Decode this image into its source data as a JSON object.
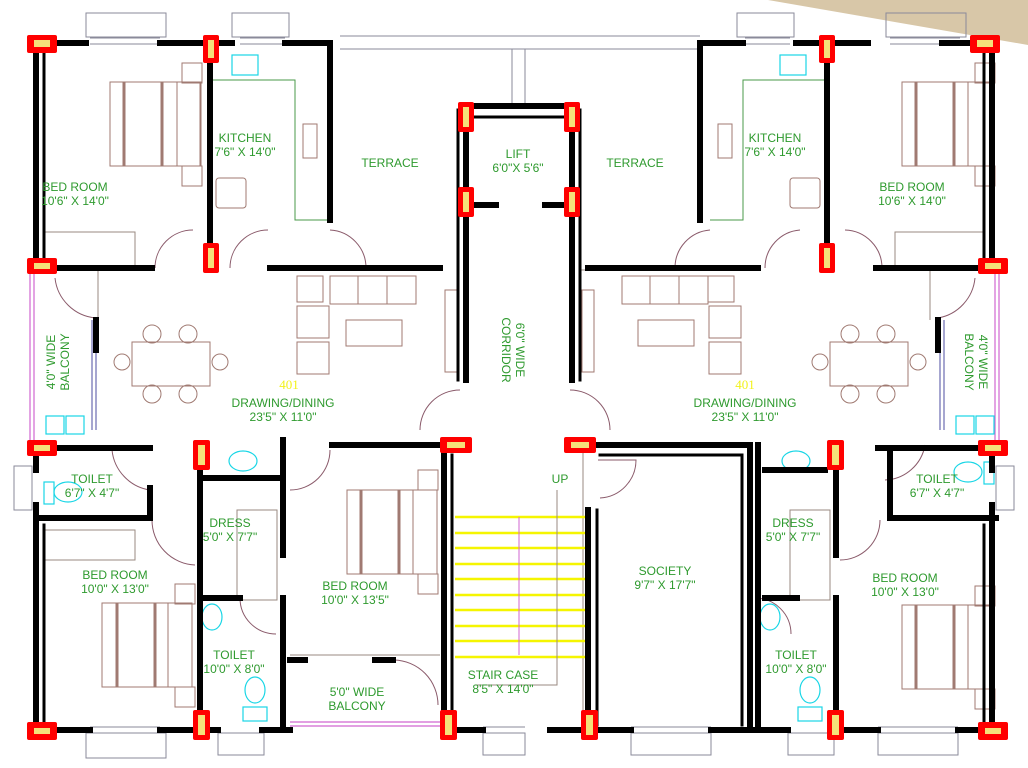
{
  "plan": {
    "unit_number_left": "401",
    "unit_number_right": "401",
    "colors": {
      "wall": "#000000",
      "column_outer": "#ff0000",
      "column_inner": "#f5e07a",
      "label_green": "#2e9a2e",
      "unit_yellow": "#f2f21a",
      "stair_yellow": "#f5f500",
      "furniture": "#a07a72",
      "fixture_cyan": "#19d6e6",
      "balcony_magenta": "#d066d0",
      "window_grey": "#8a8a9a",
      "corner_tan": "#d8c7a8"
    }
  },
  "rooms": {
    "bed_tl": {
      "name": "BED ROOM",
      "dim": "10'6\" X 14'0\""
    },
    "kitchen_l": {
      "name": "KITCHEN",
      "dim": "7'6\" X 14'0\""
    },
    "terrace_l": {
      "name": "TERRACE"
    },
    "lift": {
      "name": "LIFT",
      "dim": "6'0\"X 5'6\""
    },
    "terrace_r": {
      "name": "TERRACE"
    },
    "kitchen_r": {
      "name": "KITCHEN",
      "dim": "7'6\" X 14'0\""
    },
    "bed_tr": {
      "name": "BED ROOM",
      "dim": "10'6\" X 14'0\""
    },
    "balcony_l": {
      "line1": "4'0\" WIDE",
      "line2": "BALCONY"
    },
    "drawing_l": {
      "name": "DRAWING/DINING",
      "dim": "23'5\"  X 11'0\""
    },
    "corridor": {
      "line1": "6'0\" WIDE",
      "line2": "CORRIDOR"
    },
    "drawing_r": {
      "name": "DRAWING/DINING",
      "dim": "23'5\"  X 11'0\""
    },
    "balcony_r": {
      "line1": "4'0\" WIDE",
      "line2": "BALCONY"
    },
    "toilet_l_small": {
      "name": "TOILET",
      "dim": "6'7\" X 4'7\""
    },
    "bed_bl": {
      "name": "BED ROOM",
      "dim": "10'0\" X 13'0\""
    },
    "dress_l": {
      "name": "DRESS",
      "dim": "5'0\" X 7'7\""
    },
    "toilet_l": {
      "name": "TOILET",
      "dim": "10'0\" X 8'0\""
    },
    "bed_bm": {
      "name": "BED ROOM",
      "dim": "10'0\" X 13'5\""
    },
    "balcony_bm": {
      "line1": "5'0\" WIDE",
      "line2": "BALCONY"
    },
    "stair": {
      "name": "STAIR CASE",
      "dim": "8'5\" X 14'0\"",
      "up": "UP"
    },
    "society": {
      "name": "SOCIETY",
      "dim": "9'7\" X 17'7\""
    },
    "dress_r": {
      "name": "DRESS",
      "dim": "5'0\" X 7'7\""
    },
    "toilet_r": {
      "name": "TOILET",
      "dim": "10'0\" X 8'0\""
    },
    "bed_br": {
      "name": "BED ROOM",
      "dim": "10'0\" X 13'0\""
    },
    "toilet_r_small": {
      "name": "TOILET",
      "dim": "6'7\" X 4'7\""
    }
  }
}
